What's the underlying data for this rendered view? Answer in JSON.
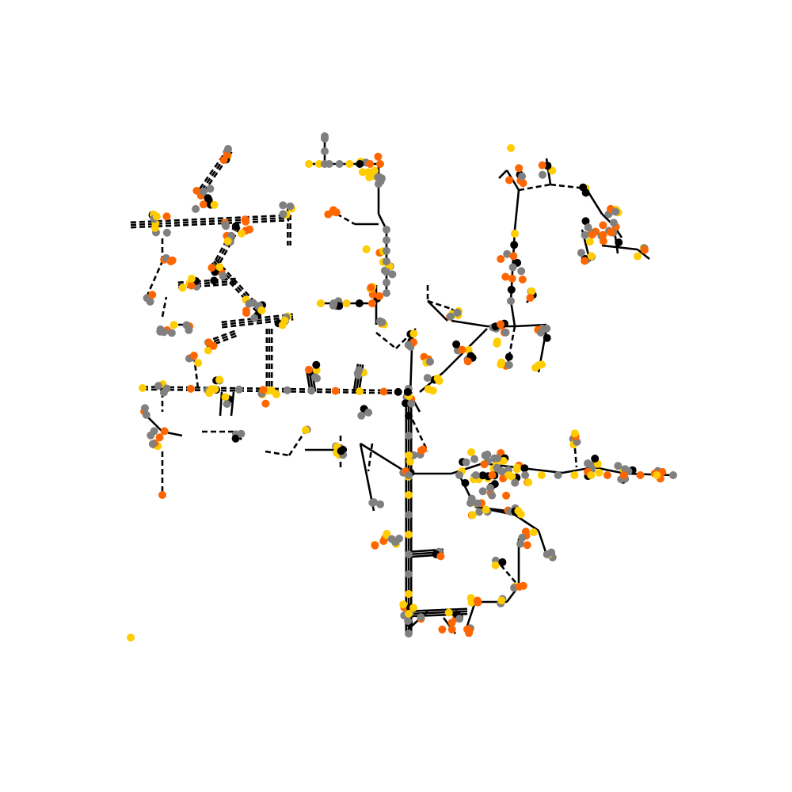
{
  "diagram": {
    "type": "network-graph",
    "node_colors": {
      "gray": "#808080",
      "orange": "#ff6600",
      "yellow": "#ffcc00",
      "black": "#000000"
    },
    "edge_color": "#000000",
    "edge_styles": [
      "solid",
      "dashed"
    ]
  }
}
